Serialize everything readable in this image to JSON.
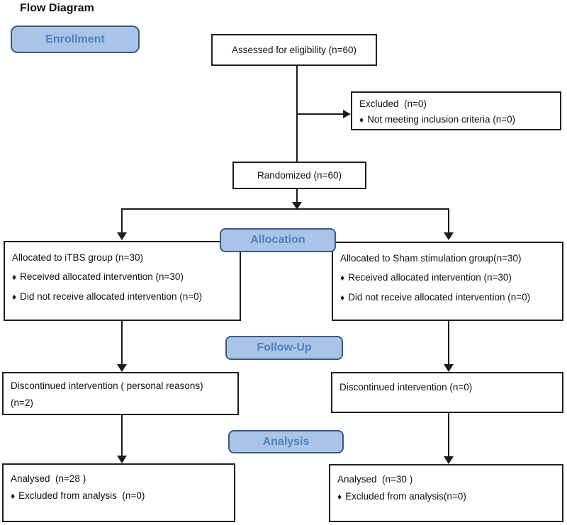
{
  "title": "Flow Diagram",
  "glyphs": {
    "bullet": "♦"
  },
  "colors": {
    "stage_fill": "#a9c4e7",
    "stage_border": "#3b5a80",
    "stage_text": "#4f81bd",
    "line": "#1c1c1c"
  },
  "stages": {
    "enrollment": "Enrollment",
    "allocation": "Allocation",
    "follow_up": "Follow-Up",
    "analysis": "Analysis"
  },
  "boxes": {
    "assessed": {
      "line1": "Assessed for eligibility (n=60)"
    },
    "excluded": {
      "line1": "Excluded  (n=0)",
      "bullets": [
        "Not meeting inclusion criteria (n=0)"
      ]
    },
    "randomized": {
      "line1": "Randomized (n=60)"
    },
    "allocation_left": {
      "line1": "Allocated to iTBS group (n=30)",
      "bullets": [
        "Received allocated intervention (n=30)",
        "Did not receive allocated intervention (n=0)"
      ]
    },
    "allocation_right": {
      "line1": "Allocated to Sham stimulation group(n=30)",
      "bullets": [
        "Received allocated intervention (n=30)",
        "Did not receive allocated intervention (n=0)"
      ]
    },
    "followup_left": {
      "line1": "Discontinued intervention ( personal reasons)",
      "line2": "(n=2)"
    },
    "followup_right": {
      "line1": "Discontinued intervention (n=0)"
    },
    "analysis_left": {
      "line1": "Analysed  (n=28 )",
      "bullets": [
        "Excluded from analysis  (n=0)"
      ]
    },
    "analysis_right": {
      "line1": "Analysed  (n=30 )",
      "bullets": [
        "Excluded from analysis(n=0)"
      ]
    }
  }
}
